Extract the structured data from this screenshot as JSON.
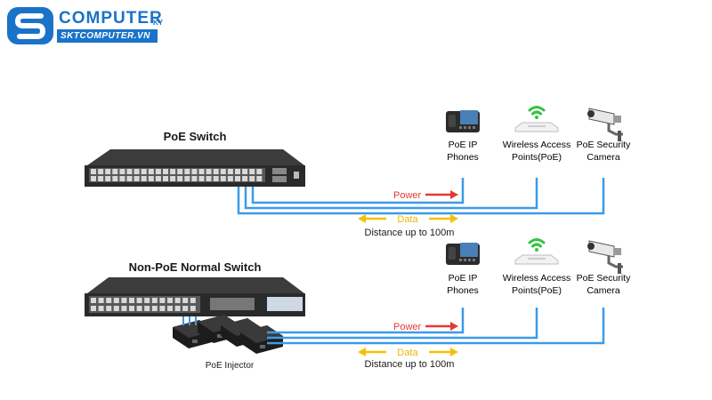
{
  "logo": {
    "brand": "COMPUTER",
    "brand_suffix": "KY",
    "website": "SKTCOMPUTER.VN"
  },
  "top": {
    "switch_title": "PoE Switch",
    "power_label": "Power",
    "data_label": "Data",
    "distance": "Distance up to 100m",
    "devices": [
      {
        "line1": "PoE IP",
        "line2": "Phones",
        "icon": "ip-phone-icon"
      },
      {
        "line1": "Wireless Access",
        "line2": "Points(PoE)",
        "icon": "access-point-icon"
      },
      {
        "line1": "PoE Security",
        "line2": "Camera",
        "icon": "security-camera-icon"
      }
    ]
  },
  "bottom": {
    "switch_title": "Non-PoE Normal Switch",
    "injector_label": "PoE Injector",
    "power_label": "Power",
    "data_label": "Data",
    "distance": "Distance up to 100m",
    "devices": [
      {
        "line1": "PoE IP",
        "line2": "Phones",
        "icon": "ip-phone-icon"
      },
      {
        "line1": "Wireless Access",
        "line2": "Points(PoE)",
        "icon": "access-point-icon"
      },
      {
        "line1": "PoE Security",
        "line2": "Camera",
        "icon": "security-camera-icon"
      }
    ]
  },
  "colors": {
    "cable": "#3d9ae8",
    "power_arrow": "#e53935",
    "data_arrow": "#f2c200",
    "power_text": "#e53935",
    "data_text": "#f0b400",
    "brand": "#1a73c8",
    "wifi": "#35c240"
  }
}
